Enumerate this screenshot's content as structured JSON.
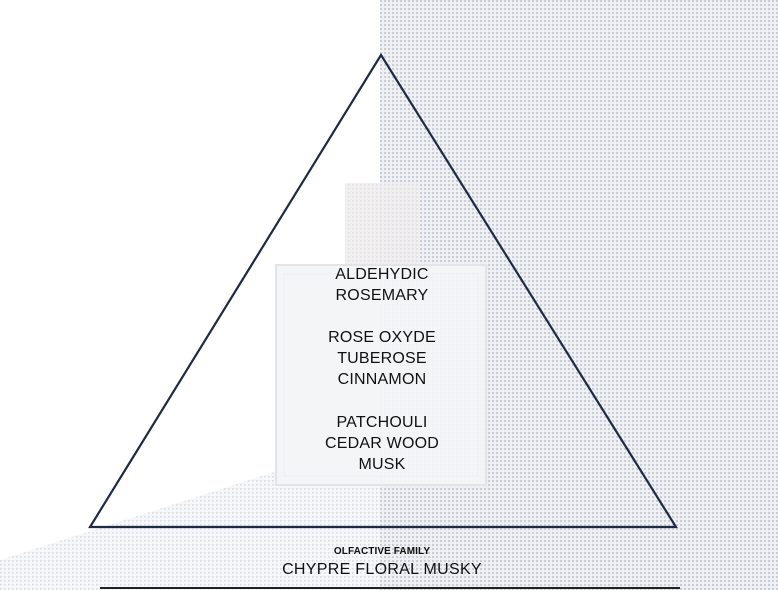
{
  "pyramid": {
    "top_notes": [
      "ALDEHYDIC",
      "ROSEMARY"
    ],
    "heart_notes": [
      "ROSE OXYDE",
      "TUBEROSE",
      "CINNAMON"
    ],
    "base_notes": [
      "PATCHOULI",
      "CEDAR WOOD",
      "MUSK"
    ],
    "outline_color": "#1f2a44"
  },
  "olfactive_family": {
    "label": "OLFACTIVE FAMILY",
    "value": "CHYPRE FLORAL MUSKY"
  },
  "background": {
    "tone": "#d8dde3",
    "description_icon": "perfume-bottle-image"
  }
}
